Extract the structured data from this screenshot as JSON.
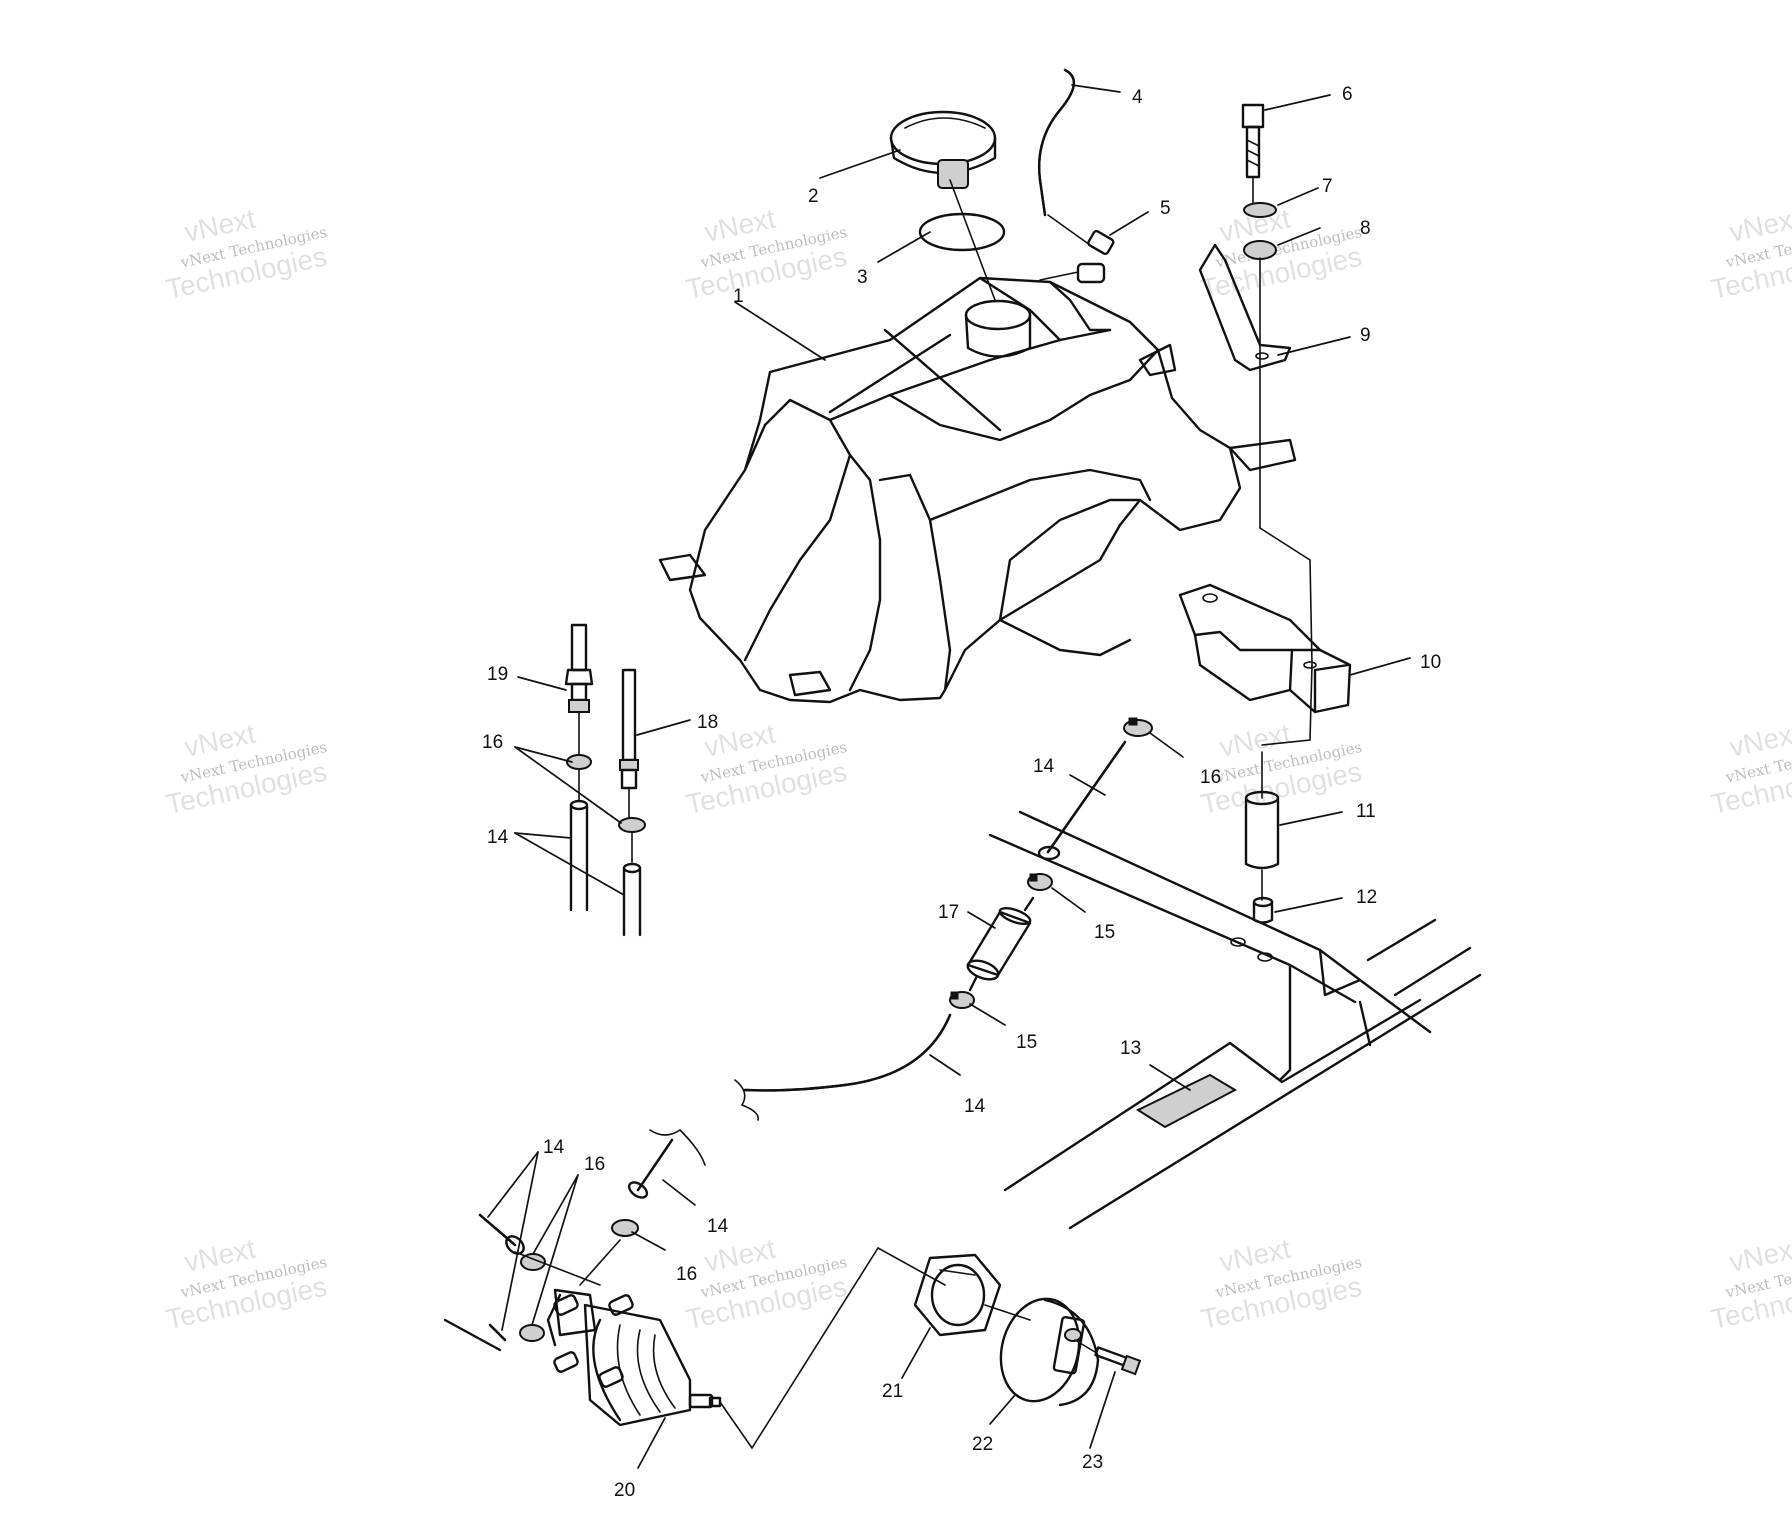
{
  "callouts": {
    "c1": "1",
    "c2": "2",
    "c3": "3",
    "c4": "4",
    "c5": "5",
    "c6": "6",
    "c7": "7",
    "c8": "8",
    "c9": "9",
    "c10": "10",
    "c11": "11",
    "c12": "12",
    "c13": "13",
    "c14a": "14",
    "c14b": "14",
    "c14c": "14",
    "c14d": "14",
    "c14e": "14",
    "c15a": "15",
    "c15b": "15",
    "c16a": "16",
    "c16b": "16",
    "c16c": "16",
    "c16d": "16",
    "c17": "17",
    "c18": "18",
    "c19": "19",
    "c20": "20",
    "c21": "21",
    "c22": "22",
    "c23": "23"
  },
  "watermark": {
    "line1": "vNext Technologies",
    "line2": "Technologies",
    "line3": "vNext"
  }
}
